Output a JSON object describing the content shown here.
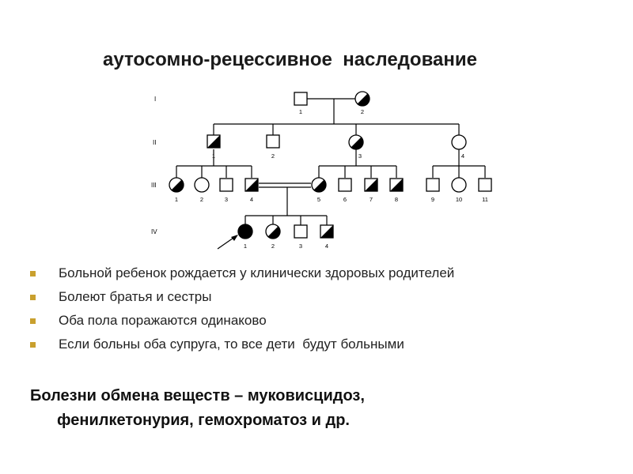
{
  "title": "аутосомно-рецессивное  наследование",
  "pedigree": {
    "generations": [
      "I",
      "II",
      "III",
      "IV"
    ],
    "gen1": [
      "1",
      "2"
    ],
    "gen2": [
      "1",
      "2",
      "3",
      "4"
    ],
    "gen3": [
      "1",
      "2",
      "3",
      "4",
      "5",
      "6",
      "7",
      "8",
      "9",
      "10",
      "11"
    ],
    "gen4": [
      "1",
      "2",
      "3",
      "4"
    ]
  },
  "bullets": [
    "Больной ребенок рождается у клинически здоровых родителей",
    "Болеют братья и сестры",
    "Оба пола поражаются одинаково",
    "Если больны оба супруга, то все дети  будут больными"
  ],
  "bullet_color": "#c9a02e",
  "conclusion": {
    "line1": "Болезни обмена веществ – муковисцидоз,",
    "line2": "фенилкетонурия, гемохроматоз и др."
  }
}
